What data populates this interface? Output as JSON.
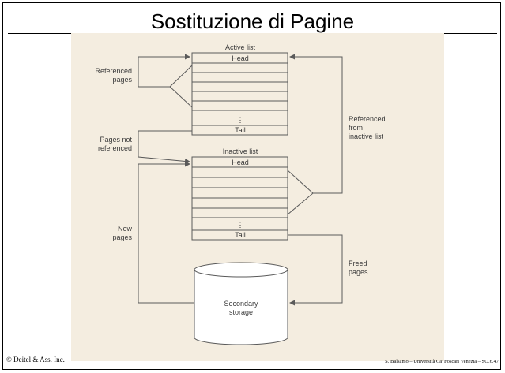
{
  "slide": {
    "title": "Sostituzione di Pagine",
    "footer_left": "© Deitel & Ass. Inc.",
    "footer_right": "S. Balsamo – Università Ca' Foscari Venezia – SO.6.47"
  },
  "diagram": {
    "active_list": {
      "caption": "Active list",
      "head": "Head",
      "tail": "Tail"
    },
    "inactive_list": {
      "caption": "Inactive list",
      "head": "Head",
      "tail": "Tail"
    },
    "storage": {
      "line1": "Secondary",
      "line2": "storage"
    },
    "labels": {
      "referenced_pages": [
        "Referenced",
        "pages"
      ],
      "pages_not_referenced": [
        "Pages not",
        "referenced"
      ],
      "new_pages": [
        "New",
        "pages"
      ],
      "referenced_from_inactive": [
        "Referenced",
        "from",
        "inactive list"
      ],
      "freed_pages": [
        "Freed",
        "pages"
      ]
    },
    "ellipsis": "⋮",
    "colors": {
      "panel": "#f4ede0",
      "lines": "#5a5a5a",
      "text": "#3a3a3a"
    }
  }
}
